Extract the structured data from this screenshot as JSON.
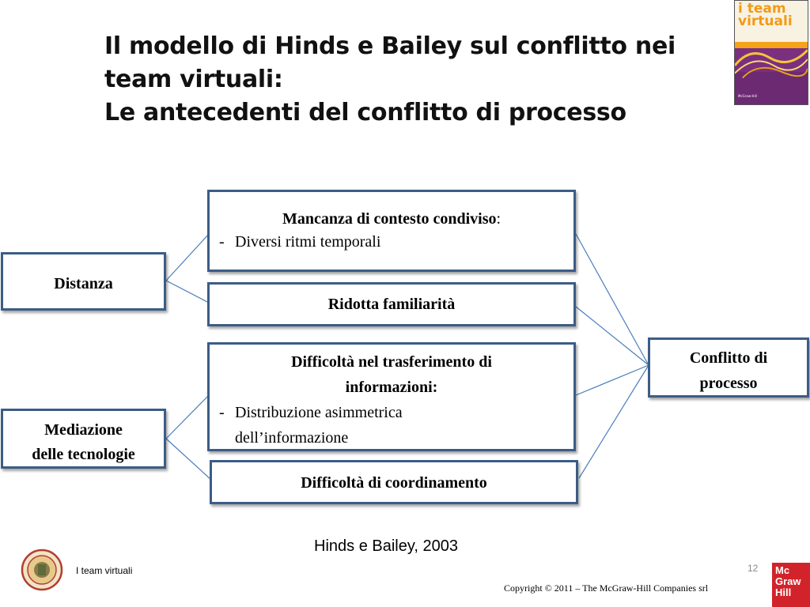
{
  "slide": {
    "title_lines": [
      "Il modello di Hinds e Bailey sul conflitto nei",
      "team virtuali:",
      "Le antecedenti del conflitto di processo"
    ],
    "book_cover_text": "i team virtuali",
    "book_publisher": "McGraw-Hill",
    "source": "Hinds e Bailey, 2003",
    "footer_label": "I team virtuali",
    "page_number": "12",
    "copyright": "Copyright © 2011 – The McGraw-Hill Companies srl",
    "publisher_logo": [
      "Mc",
      "Graw",
      "Hill"
    ]
  },
  "diagram": {
    "antecedents": [
      {
        "label": "Distanza"
      },
      {
        "label": "Mediazione delle tecnologie",
        "lines": [
          "Mediazione",
          "delle tecnologie"
        ]
      }
    ],
    "mediators": [
      {
        "heading": "Mancanza di contesto condiviso",
        "heading_suffix": ":",
        "bullets": [
          "Diversi ritmi temporali"
        ]
      },
      {
        "heading": "Ridotta familiarità"
      },
      {
        "heading_lines": [
          "Difficoltà nel trasferimento di",
          "informazioni:"
        ],
        "bullets_lines": [
          "Distribuzione asimmetrica",
          "dell’informazione"
        ]
      },
      {
        "heading": "Difficoltà di coordinamento"
      }
    ],
    "outcome": {
      "lines": [
        "Conflitto di",
        "processo"
      ]
    },
    "colors": {
      "box_border": "#3b5d86",
      "connector": "#4a7ebb"
    }
  }
}
